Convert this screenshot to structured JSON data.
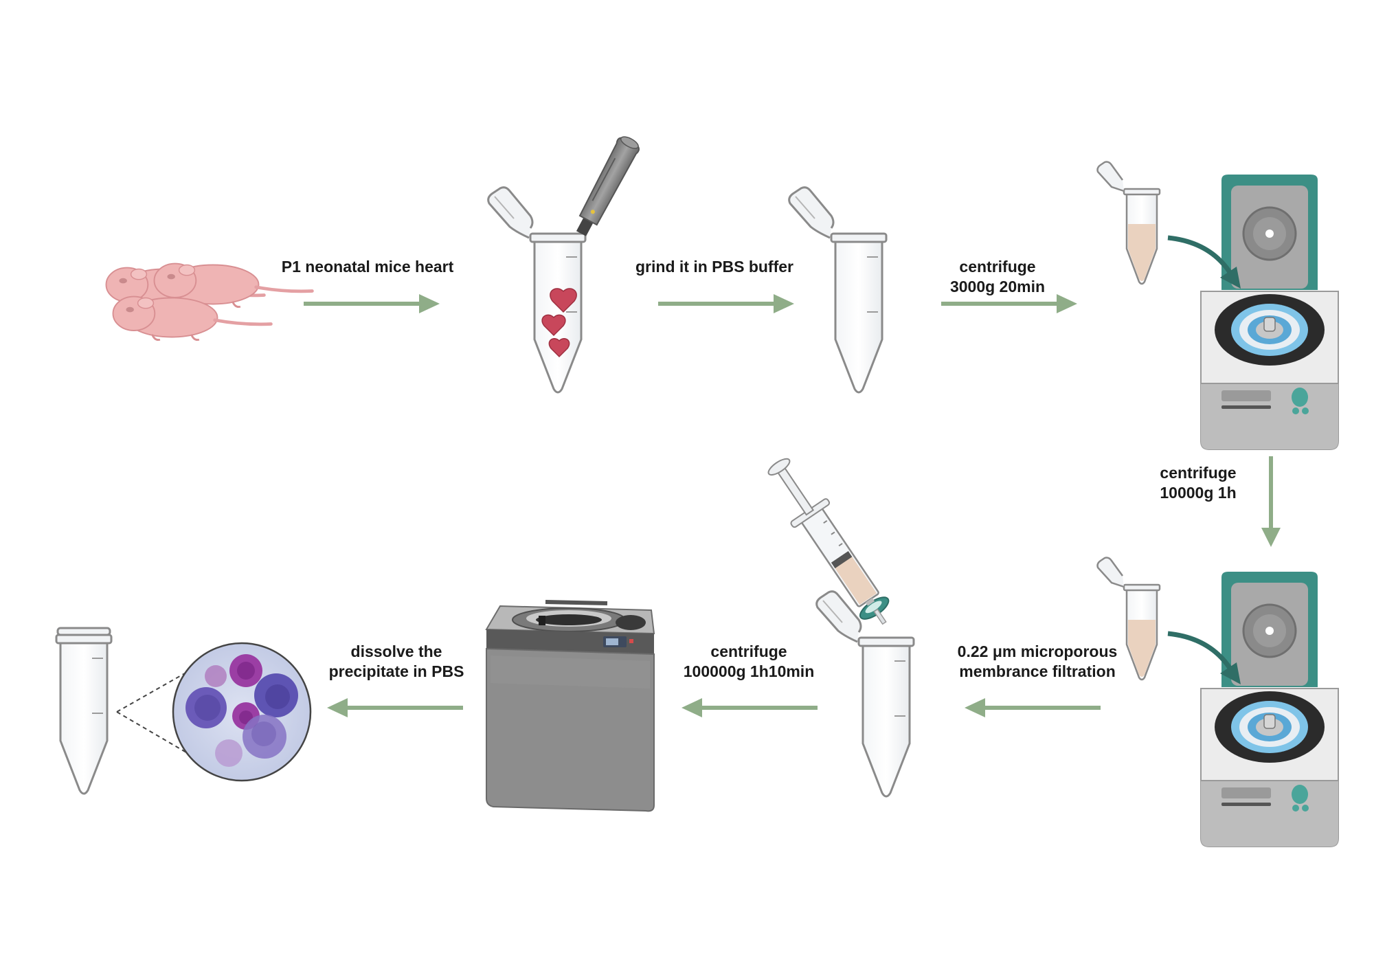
{
  "colors": {
    "arrow": "#8fad88",
    "mouse": "#efb4b4",
    "tube_outline": "#8a8a8a",
    "buffer_blue": "#b9dcf3",
    "lysate": "#ead2bf",
    "filtrate": "#f8e3a6",
    "centrifuge_lid": "#3c8f85",
    "ultracentrifuge": "#8d8d8d",
    "vesicle_bg": "#ced5ea"
  },
  "steps": {
    "s1": {
      "icon": "neonatal-mice-icon",
      "arrow_label": [
        "P1 neonatal mice heart"
      ]
    },
    "s2": {
      "icon": "tube-with-homogenizer-icon",
      "arrow_label": [
        "grind it in PBS buffer"
      ]
    },
    "s3": {
      "icon": "tube-lysate-icon",
      "arrow_label": [
        "centrifuge",
        "3000g 20min"
      ]
    },
    "s4": {
      "icon": "benchtop-centrifuge-icon",
      "arrow_label": [
        "centrifuge",
        "10000g 1h"
      ]
    },
    "s5": {
      "icon": "benchtop-centrifuge-icon",
      "arrow_label": [
        "0.22 μm microporous",
        "membrance filtration"
      ]
    },
    "s6": {
      "icon": "syringe-filter-tube-icon",
      "arrow_label": [
        "centrifuge",
        "100000g 1h10min"
      ]
    },
    "s7": {
      "icon": "ultracentrifuge-icon",
      "arrow_label": [
        "dissolve the",
        "precipitate in PBS"
      ]
    },
    "s8": {
      "icon": "vesicles-tube-icon"
    }
  }
}
